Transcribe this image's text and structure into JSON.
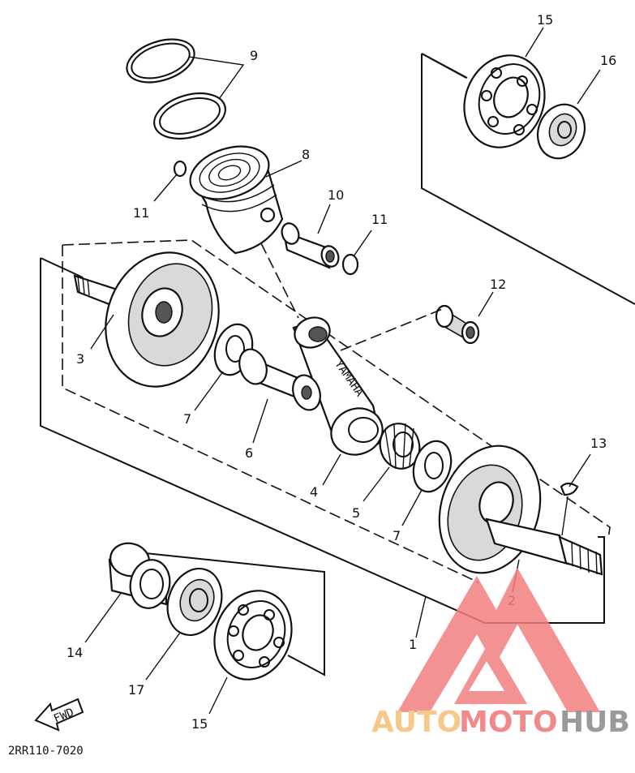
{
  "diagram": {
    "code": "2RR110-7020",
    "fwd_label": "FWD",
    "stamp_text": "YAMAHA",
    "parts": [
      {
        "num": "1"
      },
      {
        "num": "2"
      },
      {
        "num": "3"
      },
      {
        "num": "4"
      },
      {
        "num": "5"
      },
      {
        "num": "6"
      },
      {
        "num": "7"
      },
      {
        "num": "7"
      },
      {
        "num": "8"
      },
      {
        "num": "9"
      },
      {
        "num": "10"
      },
      {
        "num": "11"
      },
      {
        "num": "11"
      },
      {
        "num": "12"
      },
      {
        "num": "13"
      },
      {
        "num": "14"
      },
      {
        "num": "15"
      },
      {
        "num": "15"
      },
      {
        "num": "16"
      },
      {
        "num": "17"
      }
    ]
  },
  "watermark": {
    "word_part1": "AUTO",
    "word_part2": "MOTO",
    "word_part3": "HUB",
    "colors": {
      "part1": "#f6c98a",
      "part2": "#f08a8a",
      "part3": "#9a9a9a",
      "logo": "#f27f7f"
    }
  }
}
